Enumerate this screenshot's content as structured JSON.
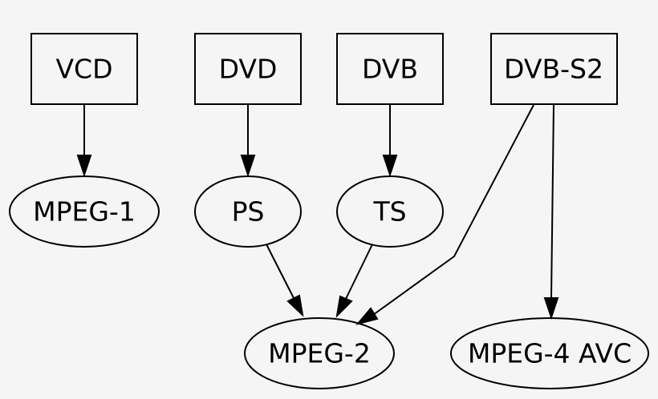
{
  "diagram": {
    "nodes": {
      "vcd": "VCD",
      "dvd": "DVD",
      "dvb": "DVB",
      "dvb_s2": "DVB-S2",
      "mpeg1": "MPEG-1",
      "ps": "PS",
      "ts": "TS",
      "mpeg2": "MPEG-2",
      "mpeg4_avc": "MPEG-4 AVC"
    },
    "edges": [
      {
        "from": "VCD",
        "to": "MPEG-1"
      },
      {
        "from": "DVD",
        "to": "PS"
      },
      {
        "from": "DVB",
        "to": "TS"
      },
      {
        "from": "PS",
        "to": "MPEG-2"
      },
      {
        "from": "TS",
        "to": "MPEG-2"
      },
      {
        "from": "DVB-S2",
        "to": "MPEG-2"
      },
      {
        "from": "DVB-S2",
        "to": "MPEG-4 AVC"
      }
    ]
  }
}
